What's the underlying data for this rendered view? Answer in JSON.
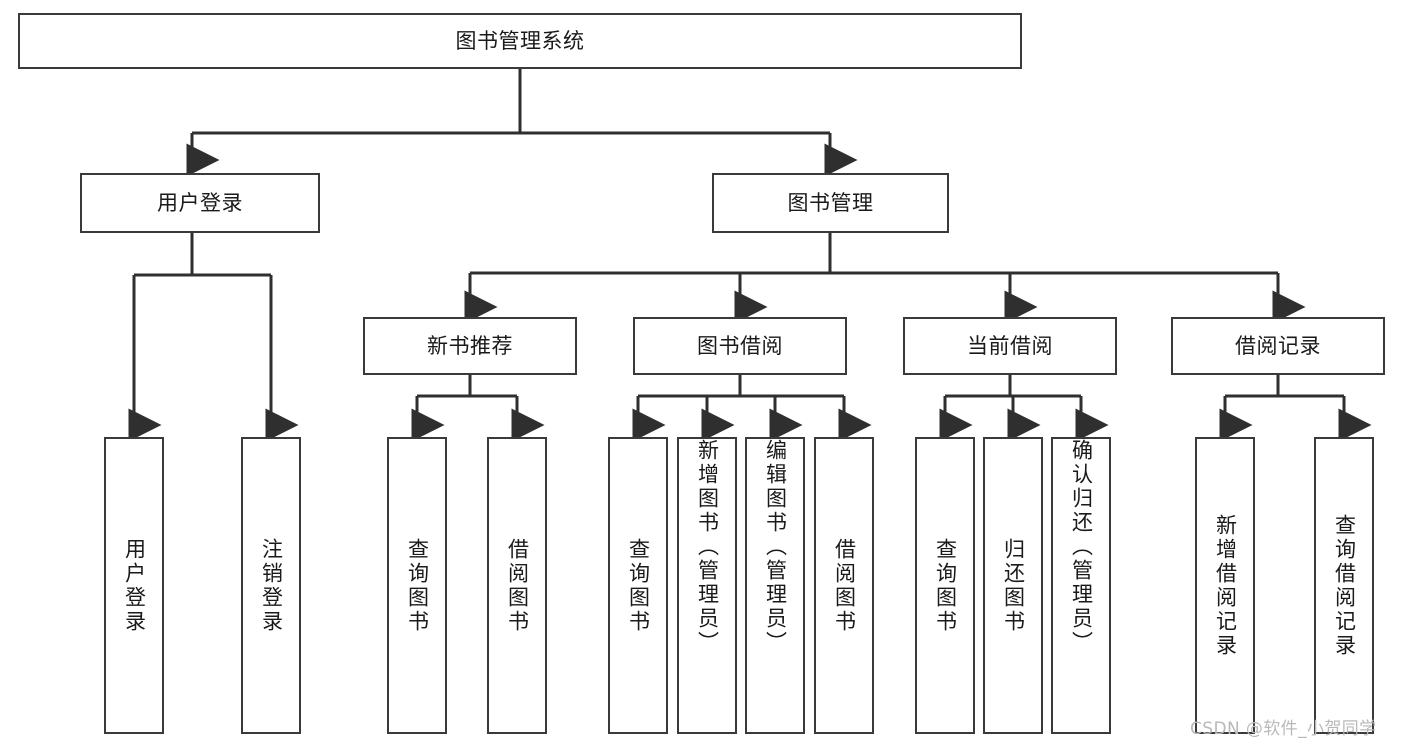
{
  "diagram": {
    "type": "tree-hierarchy-diagram",
    "title": "图书管理系统",
    "orientation": "top-down",
    "colors": {
      "box_border": "#3a3a3a",
      "box_fill": "#ffffff",
      "edge": "#2f2f2f",
      "text": "#1a1a1a",
      "watermark": "#b9b9b9",
      "background": "#ffffff"
    },
    "levels": {
      "root": "图书管理系统",
      "level2": [
        "用户登录",
        "图书管理"
      ],
      "level3": [
        "新书推荐",
        "图书借阅",
        "当前借阅",
        "借阅记录"
      ],
      "level4": [
        "用户登录",
        "注销登录",
        "查询图书",
        "借阅图书",
        "查询图书",
        "新增图书（管理员）",
        "编辑图书（管理员）",
        "借阅图书",
        "查询图书",
        "归还图书",
        "确认归还（管理员）",
        "新增借阅记录",
        "查询借阅记录"
      ]
    },
    "nodes": {
      "root": {
        "label": "图书管理系统"
      },
      "user_login": {
        "label": "用户登录"
      },
      "book_manage": {
        "label": "图书管理"
      },
      "new_book_rec": {
        "label": "新书推荐"
      },
      "book_borrow": {
        "label": "图书借阅"
      },
      "current_borrow": {
        "label": "当前借阅"
      },
      "borrow_record": {
        "label": "借阅记录"
      },
      "leaf_user_login": {
        "label": "用户登录"
      },
      "leaf_logout": {
        "label": "注销登录"
      },
      "leaf_query_book_a": {
        "label": "查询图书"
      },
      "leaf_borrow_book_a": {
        "label": "借阅图书"
      },
      "leaf_query_book_b": {
        "label": "查询图书"
      },
      "leaf_add_book_admin": {
        "label": "新增图书（管理员）"
      },
      "leaf_edit_book_admin": {
        "label": "编辑图书（管理员）"
      },
      "leaf_borrow_book_b": {
        "label": "借阅图书"
      },
      "leaf_query_book_c": {
        "label": "查询图书"
      },
      "leaf_return_book": {
        "label": "归还图书"
      },
      "leaf_confirm_return_admin": {
        "label": "确认归还（管理员）"
      },
      "leaf_add_borrow_record": {
        "label": "新增借阅记录"
      },
      "leaf_query_borrow_record": {
        "label": "查询借阅记录"
      }
    },
    "edges": [
      {
        "from": "root",
        "to": "user_login"
      },
      {
        "from": "root",
        "to": "book_manage"
      },
      {
        "from": "user_login",
        "to": "leaf_user_login"
      },
      {
        "from": "user_login",
        "to": "leaf_logout"
      },
      {
        "from": "book_manage",
        "to": "new_book_rec"
      },
      {
        "from": "book_manage",
        "to": "book_borrow"
      },
      {
        "from": "book_manage",
        "to": "current_borrow"
      },
      {
        "from": "book_manage",
        "to": "borrow_record"
      },
      {
        "from": "new_book_rec",
        "to": "leaf_query_book_a"
      },
      {
        "from": "new_book_rec",
        "to": "leaf_borrow_book_a"
      },
      {
        "from": "book_borrow",
        "to": "leaf_query_book_b"
      },
      {
        "from": "book_borrow",
        "to": "leaf_add_book_admin"
      },
      {
        "from": "book_borrow",
        "to": "leaf_edit_book_admin"
      },
      {
        "from": "book_borrow",
        "to": "leaf_borrow_book_b"
      },
      {
        "from": "current_borrow",
        "to": "leaf_query_book_c"
      },
      {
        "from": "current_borrow",
        "to": "leaf_return_book"
      },
      {
        "from": "current_borrow",
        "to": "leaf_confirm_return_admin"
      },
      {
        "from": "borrow_record",
        "to": "leaf_add_borrow_record"
      },
      {
        "from": "borrow_record",
        "to": "leaf_query_borrow_record"
      }
    ]
  },
  "watermark": {
    "text": "CSDN @软件_小贺同学"
  }
}
